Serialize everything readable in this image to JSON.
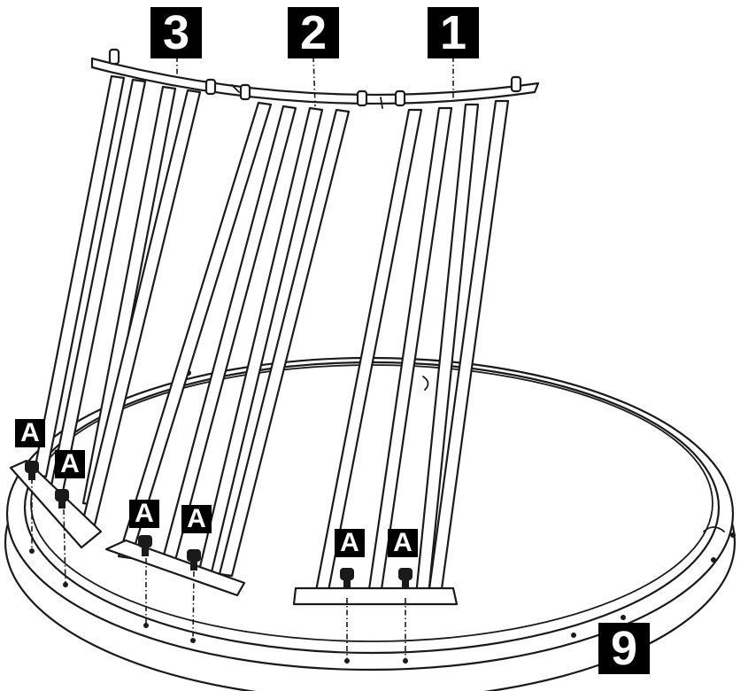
{
  "labels": {
    "frame_one": "1",
    "frame_two": "2",
    "frame_three": "3",
    "base_ring": "9",
    "bolt": "A"
  },
  "colors": {
    "line": "#1a1a1a",
    "label_background": "#000000",
    "label_text": "#ffffff",
    "background": "#ffffff"
  }
}
